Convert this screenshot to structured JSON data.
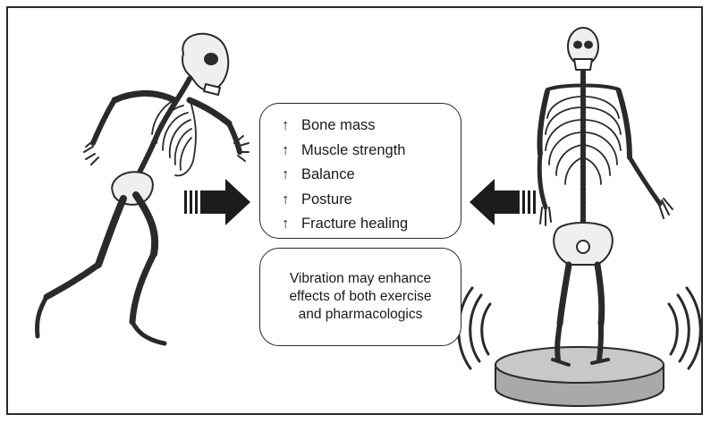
{
  "benefits": {
    "arrow_glyph": "↑",
    "items": [
      "Bone mass",
      "Muscle strength",
      "Balance",
      "Posture",
      "Fracture healing"
    ]
  },
  "note": {
    "text": "Vibration may enhance effects of both exercise and pharmacologics"
  },
  "figures": {
    "left": "running-skeleton",
    "right": "standing-skeleton",
    "platform": "vibration-platform"
  },
  "colors": {
    "outline": "#2a2a2a",
    "arrow_fill": "#1c1c1c",
    "platform_fill": "#c8c8c8",
    "bone": "#efefef"
  }
}
